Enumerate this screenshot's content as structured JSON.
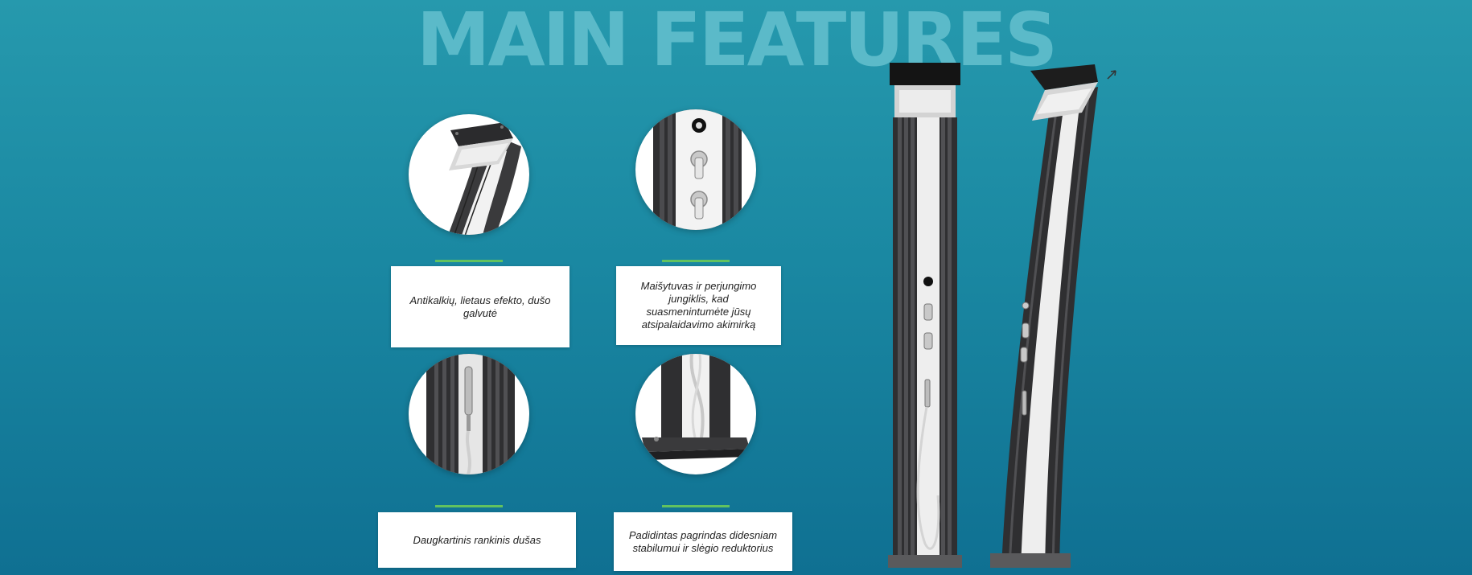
{
  "header": {
    "title": "MAIN FEATURES"
  },
  "features": [
    {
      "label": "Antikalkių, lietaus efekto, dušo galvutė",
      "image_icon": "rain-shower-head-icon"
    },
    {
      "label": "Maišytuvas ir perjungimo jungiklis, kad suasmenintumėte jūsų atsipalaidavimo akimirką",
      "image_icon": "mixer-valve-icon"
    },
    {
      "label": "Daugkartinis rankinis dušas",
      "image_icon": "hand-shower-icon"
    },
    {
      "label": "Padidintas pagrindas didesniam stabilumui ir slėgio reduktorius",
      "image_icon": "shower-base-icon"
    }
  ],
  "colors": {
    "background_top": "#2699ad",
    "background_bottom": "#0f7092",
    "headline": "#5ebccb",
    "accent": "#62c25f",
    "card": "#ffffff",
    "text": "#222222"
  }
}
